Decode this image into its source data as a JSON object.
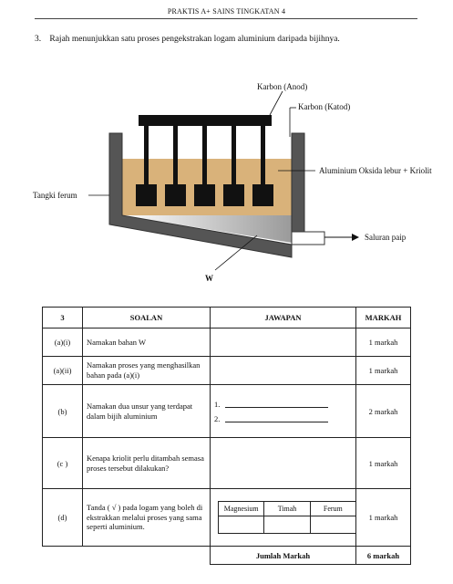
{
  "header": {
    "title": "PRAKTIS A+ SAINS TINGKATAN 4"
  },
  "question": {
    "number": "3.",
    "text": "Rajah menunjukkan satu proses pengekstrakan logam aluminium daripada bijihnya."
  },
  "diagram": {
    "labels": {
      "anode": "Karbon (Anod)",
      "cathode": "Karbon (Katod)",
      "electrolyte": "Aluminium Oksida lebur + Kriolit",
      "tank": "Tangki ferum",
      "pipe": "Saluran paip",
      "w": "W"
    },
    "colors": {
      "electrolyte": "#d9b27a",
      "tank": "#555555",
      "electrode": "#111111"
    }
  },
  "table": {
    "headers": {
      "num": "3",
      "question": "SOALAN",
      "answer": "JAWAPAN",
      "mark": "MARKAH"
    },
    "rows": [
      {
        "num": "(a)(i)",
        "question": "Namakan bahan W",
        "mark": "1 markah"
      },
      {
        "num": "(a)(ii)",
        "question": "Namakan proses yang menghasilkan bahan pada (a)(i)",
        "mark": "1 markah"
      },
      {
        "num": "(b)",
        "question": "Namakan dua unsur yang terdapat dalam bijih aluminium",
        "mark": "2  markah",
        "lines": [
          "1.",
          "2."
        ]
      },
      {
        "num": "(c )",
        "question": "Kenapa kriolit perlu ditambah semasa proses tersebut dilakukan?",
        "mark": "1 markah"
      },
      {
        "num": "(d)",
        "question": "Tanda ( √ ) pada logam yang boleh di ekstrakkan melalui proses yang sama seperti aluminium.",
        "mark": "1 markah",
        "options": [
          "Magnesium",
          "Timah",
          "Ferum"
        ]
      }
    ],
    "total": {
      "label": "Jumlah Markah",
      "mark": "6 markah"
    }
  }
}
